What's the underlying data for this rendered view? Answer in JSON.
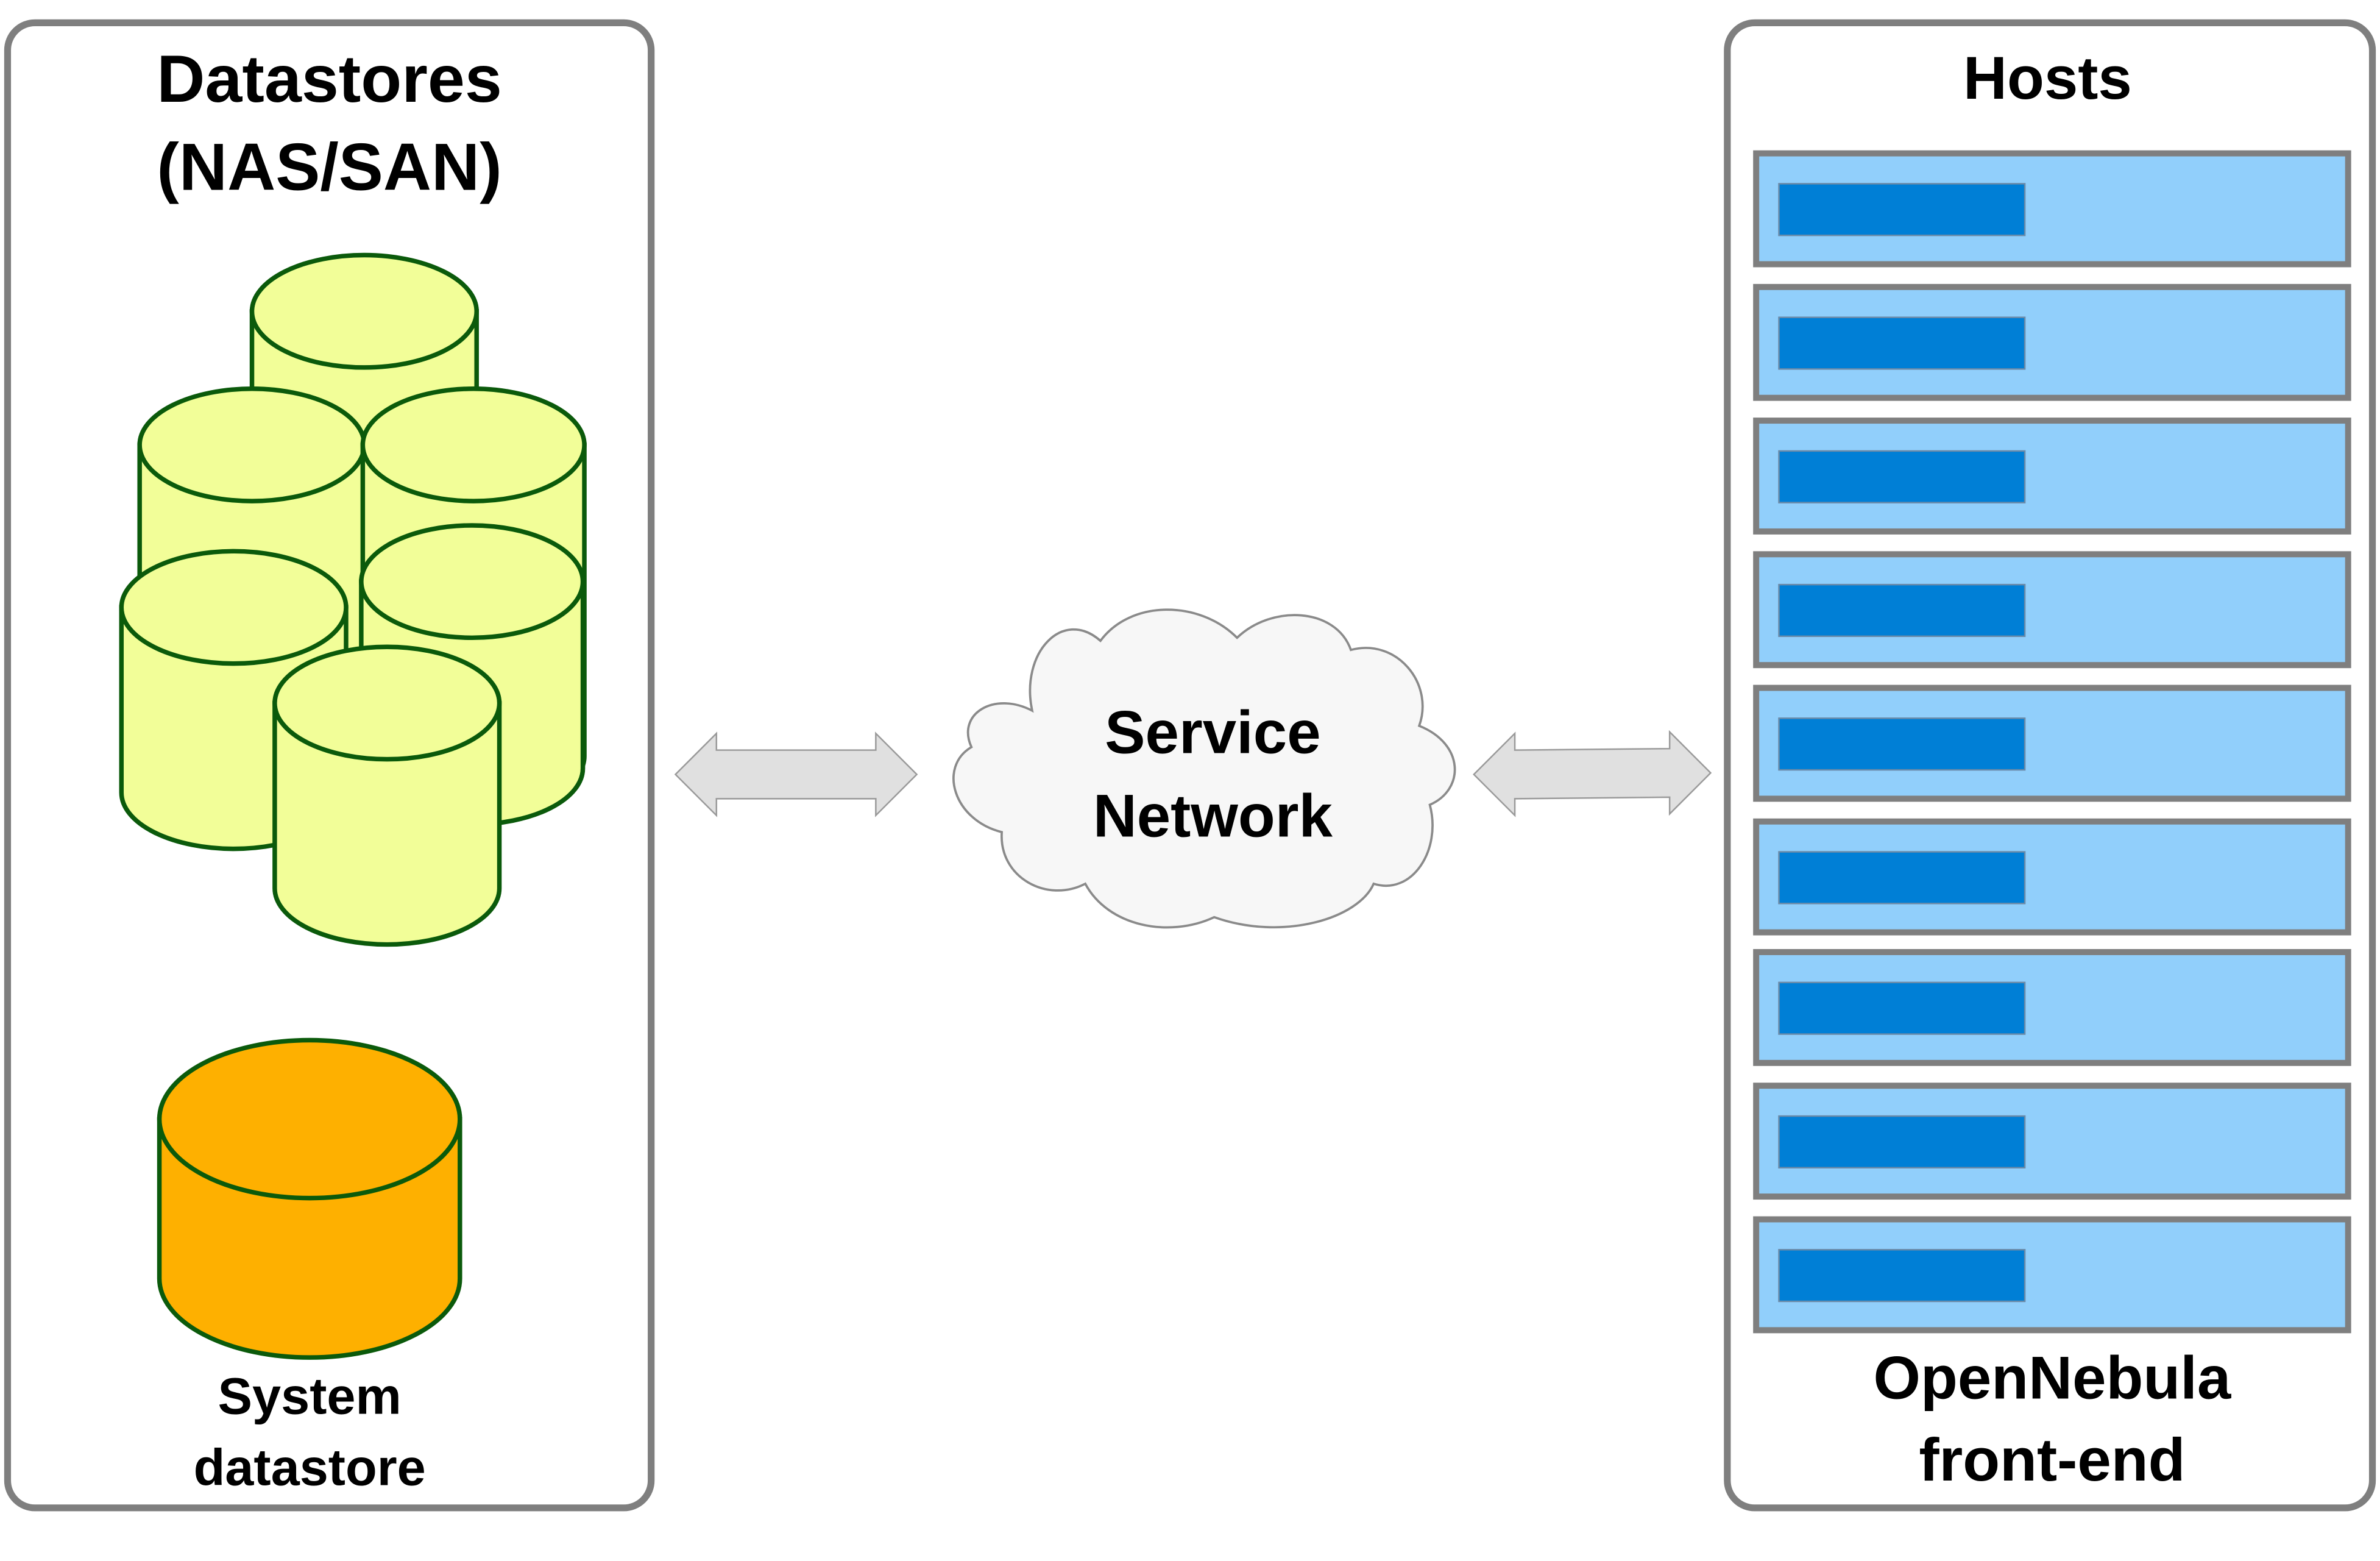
{
  "datastores_panel": {
    "title_line1": "Datastores",
    "title_line2": "(NAS/SAN)",
    "image_datastore_count": 6,
    "system_datastore": {
      "label_line1": "System",
      "label_line2": "datastore"
    }
  },
  "network": {
    "label_line1": "Service",
    "label_line2": "Network",
    "connections": [
      {
        "from": "Datastores (NAS/SAN)",
        "to": "Service Network",
        "direction": "bidirectional"
      },
      {
        "from": "Service Network",
        "to": "Hosts",
        "direction": "bidirectional"
      }
    ]
  },
  "hosts_panel": {
    "title": "Hosts",
    "host_count": 9,
    "footer_line1": "OpenNebula",
    "footer_line2": "front-end"
  },
  "colors": {
    "panel_border": "#7f7f7f",
    "image_datastore_fill": "#f2fe98",
    "system_datastore_fill": "#feb000",
    "datastore_outline": "#0b5a0b",
    "host_fill": "#91cffb",
    "host_bar": "#007fd6",
    "cloud_fill": "#f7f7f7",
    "arrow_fill": "#e0e0e0"
  }
}
